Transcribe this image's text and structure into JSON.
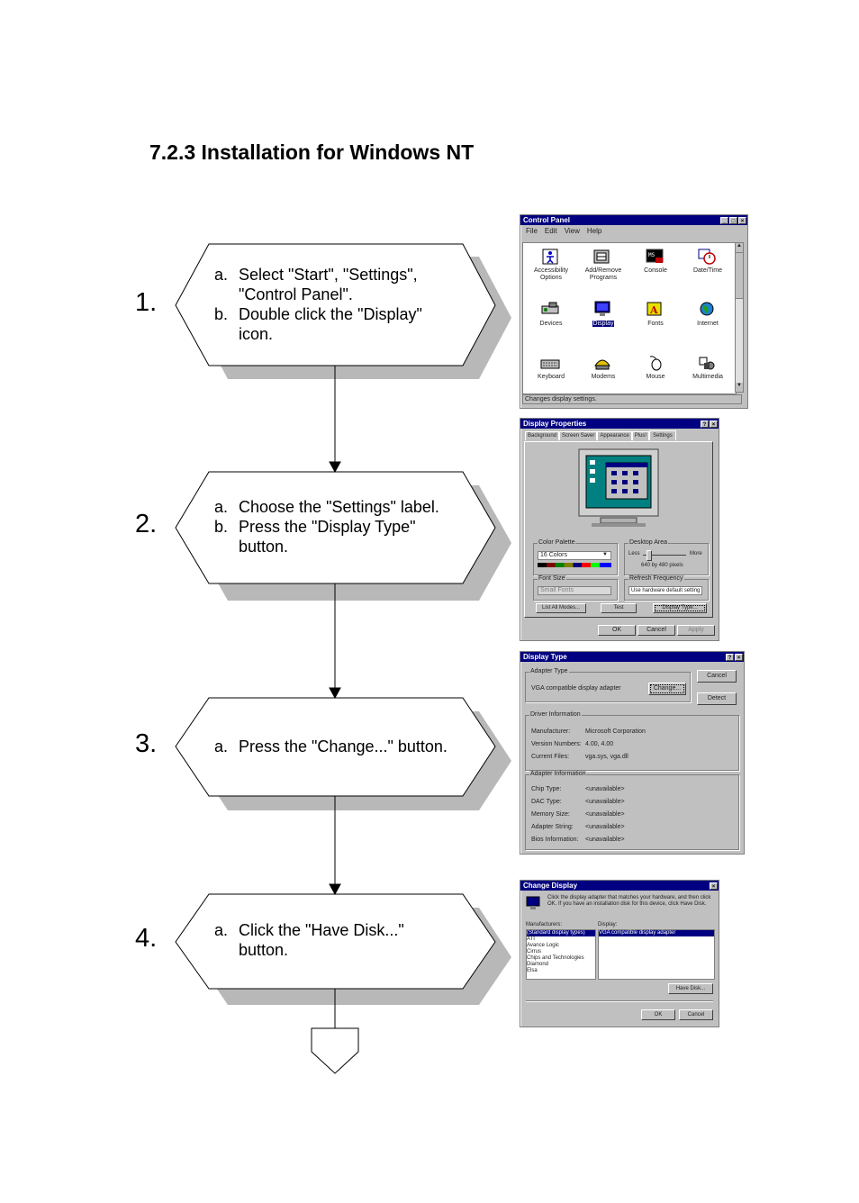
{
  "heading": "7.2.3 Installation for Windows NT",
  "steps": [
    {
      "number": "1.",
      "lines": [
        {
          "marker": "a.",
          "text": "Select \"Start\", \"Settings\","
        },
        {
          "marker": "",
          "text": "\"Control Panel\"."
        },
        {
          "marker": "b.",
          "text": "Double click the \"Display\""
        },
        {
          "marker": "",
          "text": "icon."
        }
      ]
    },
    {
      "number": "2.",
      "lines": [
        {
          "marker": "a.",
          "text": "Choose the \"Settings\" label."
        },
        {
          "marker": "b.",
          "text": "Press the \"Display Type\""
        },
        {
          "marker": "",
          "text": "button."
        }
      ]
    },
    {
      "number": "3.",
      "lines": [
        {
          "marker": "a.",
          "text": "Press the \"Change...\" button."
        }
      ]
    },
    {
      "number": "4.",
      "lines": [
        {
          "marker": "a.",
          "text": "Click the \"Have Disk...\""
        },
        {
          "marker": "",
          "text": "button."
        }
      ]
    }
  ],
  "control_panel": {
    "title": "Control Panel",
    "menu": [
      "File",
      "Edit",
      "View",
      "Help"
    ],
    "icons": [
      {
        "name": "accessibility",
        "label": "Accessibility Options"
      },
      {
        "name": "add-remove",
        "label": "Add/Remove Programs"
      },
      {
        "name": "console",
        "label": "Console"
      },
      {
        "name": "date-time",
        "label": "Date/Time"
      },
      {
        "name": "devices",
        "label": "Devices"
      },
      {
        "name": "display",
        "label": "Display"
      },
      {
        "name": "fonts",
        "label": "Fonts"
      },
      {
        "name": "internet",
        "label": "Internet"
      },
      {
        "name": "keyboard",
        "label": "Keyboard"
      },
      {
        "name": "modems",
        "label": "Modems"
      },
      {
        "name": "mouse",
        "label": "Mouse"
      },
      {
        "name": "multimedia",
        "label": "Multimedia"
      }
    ],
    "status": "Changes display settings."
  },
  "display_properties": {
    "title": "Display Properties",
    "tabs": [
      "Background",
      "Screen Saver",
      "Appearance",
      "Plus!",
      "Settings"
    ],
    "color_palette_label": "Color Palette",
    "color_palette_value": "16 Colors",
    "desktop_area_label": "Desktop Area",
    "desktop_less": "Less",
    "desktop_more": "More",
    "desktop_value": "640 by 480 pixels",
    "font_size_label": "Font Size",
    "font_size_value": "Small Fonts",
    "refresh_label": "Refresh Frequency",
    "refresh_value": "Use hardware default setting",
    "list_modes": "List All Modes...",
    "test": "Test",
    "display_type": "Display Type...",
    "ok": "OK",
    "cancel": "Cancel",
    "apply": "Apply"
  },
  "display_type": {
    "title": "Display Type",
    "adapter_type_label": "Adapter Type",
    "adapter_value": "VGA compatible display adapter",
    "change": "Change...",
    "cancel": "Cancel",
    "detect": "Detect",
    "driver_info_label": "Driver Information",
    "driver_rows": [
      {
        "k": "Manufacturer:",
        "v": "Microsoft Corporation"
      },
      {
        "k": "Version Numbers:",
        "v": "4.00, 4.00"
      },
      {
        "k": "Current Files:",
        "v": "vga.sys, vga.dll"
      }
    ],
    "adapter_info_label": "Adapter Information",
    "adapter_rows": [
      {
        "k": "Chip Type:",
        "v": "<unavailable>"
      },
      {
        "k": "DAC Type:",
        "v": "<unavailable>"
      },
      {
        "k": "Memory Size:",
        "v": "<unavailable>"
      },
      {
        "k": "Adapter String:",
        "v": "<unavailable>"
      },
      {
        "k": "Bios Information:",
        "v": "<unavailable>"
      }
    ]
  },
  "change_display": {
    "title": "Change Display",
    "description": "Click the display adapter that matches your hardware, and then click OK. If you have an installation disk for this device, click Have Disk.",
    "manufacturers_label": "Manufacturers:",
    "manufacturers": [
      "(Standard display types)",
      "ATI",
      "Avance Logic",
      "Cirrus",
      "Chips and Technologies",
      "Diamond",
      "Elsa"
    ],
    "display_label": "Display:",
    "displays": [
      "VGA compatible display adapter"
    ],
    "have_disk": "Have Disk...",
    "ok": "OK",
    "cancel": "Cancel"
  }
}
